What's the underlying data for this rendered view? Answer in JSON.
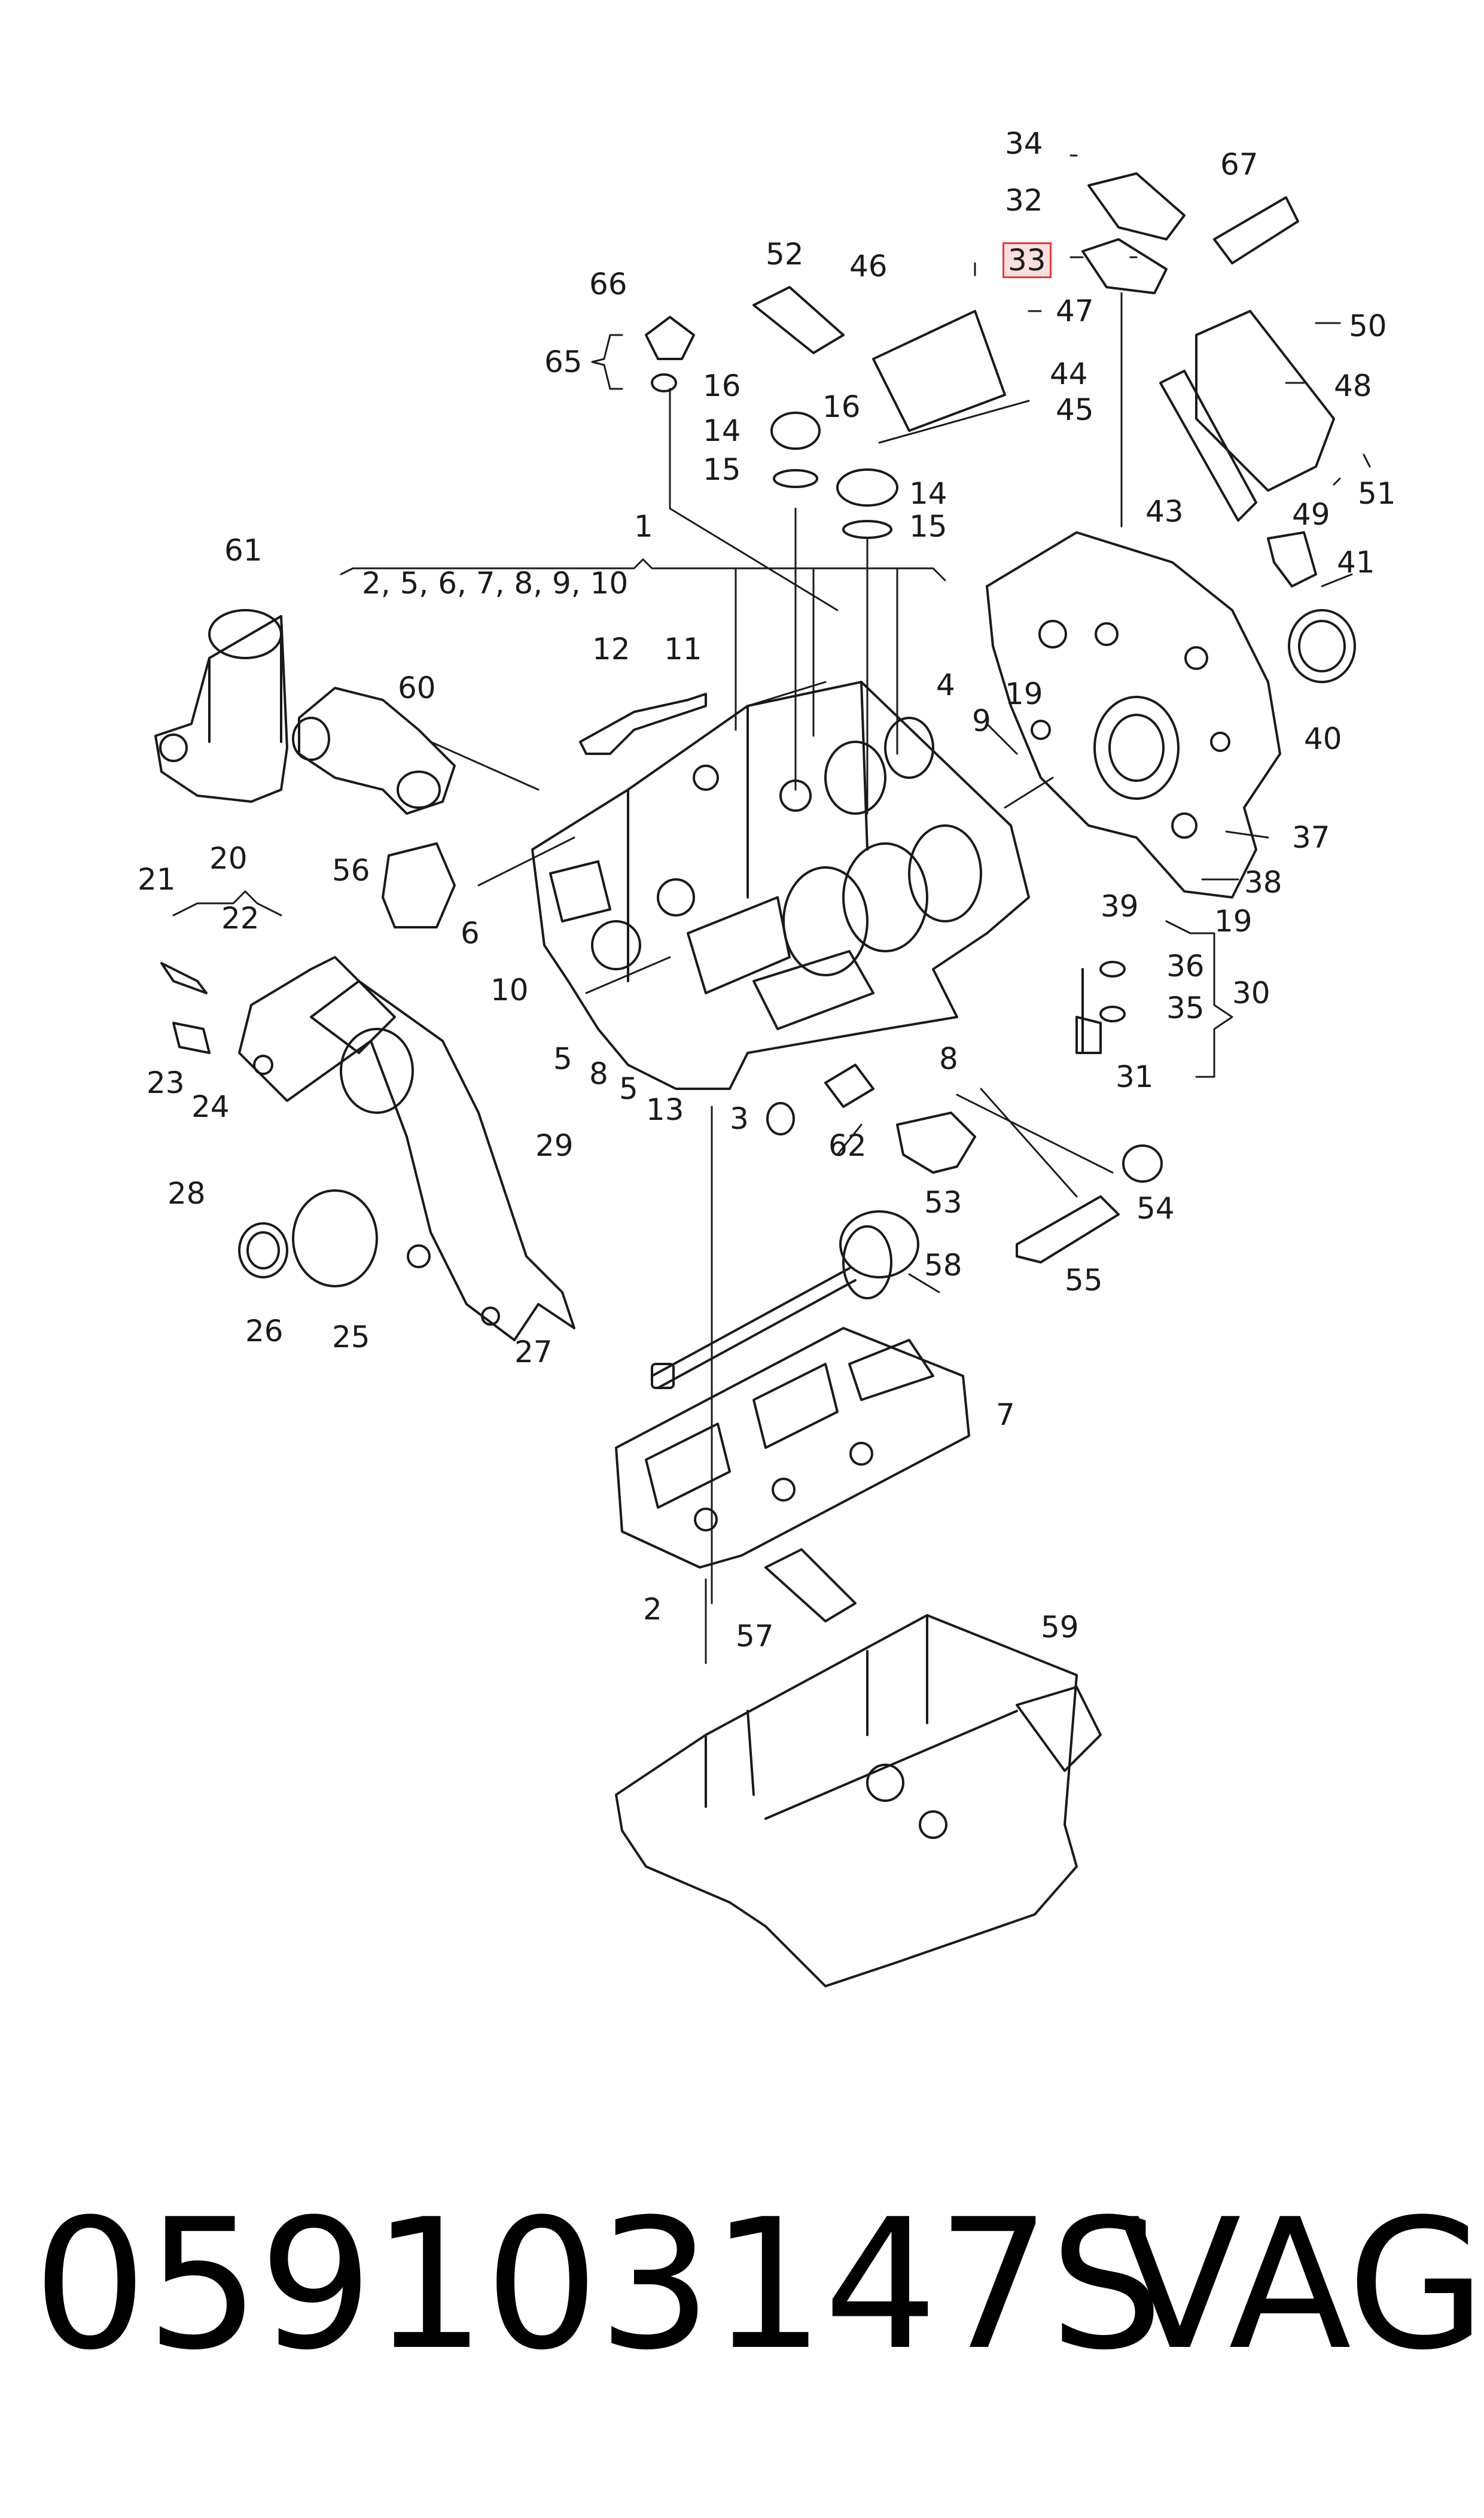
{
  "labels": {
    "l1": "1",
    "l1_list": "2, 5, 6, 7, 8, 9, 10",
    "l2": "2",
    "l3": "3",
    "l4": "4",
    "l5a": "5",
    "l5b": "5",
    "l6": "6",
    "l7": "7",
    "l8a": "8",
    "l8b": "8",
    "l9": "9",
    "l10": "10",
    "l11": "11",
    "l12": "12",
    "l13": "13",
    "l14a": "14",
    "l14b": "14",
    "l15a": "15",
    "l15b": "15",
    "l16a": "16",
    "l16b": "16",
    "l19a": "19",
    "l19b": "19",
    "l20": "20",
    "l21": "21",
    "l22": "22",
    "l23": "23",
    "l24": "24",
    "l25": "25",
    "l26": "26",
    "l27": "27",
    "l28": "28",
    "l29": "29",
    "l30": "30",
    "l31": "31",
    "l32": "32",
    "l33": "33",
    "l34": "34",
    "l35": "35",
    "l36": "36",
    "l37": "37",
    "l38": "38",
    "l39": "39",
    "l40": "40",
    "l41": "41",
    "l43": "43",
    "l44": "44",
    "l45": "45",
    "l46": "46",
    "l47": "47",
    "l48": "48",
    "l49": "49",
    "l50": "50",
    "l51": "51",
    "l52": "52",
    "l53": "53",
    "l54": "54",
    "l55": "55",
    "l56": "56",
    "l57": "57",
    "l58": "58",
    "l59": "59",
    "l60": "60",
    "l61": "61",
    "l62": "62",
    "l65": "65",
    "l66": "66",
    "l67": "67"
  },
  "highlight_color": "#e23b3b",
  "footer": {
    "part_number": "059103147S",
    "brand": "VAG"
  }
}
